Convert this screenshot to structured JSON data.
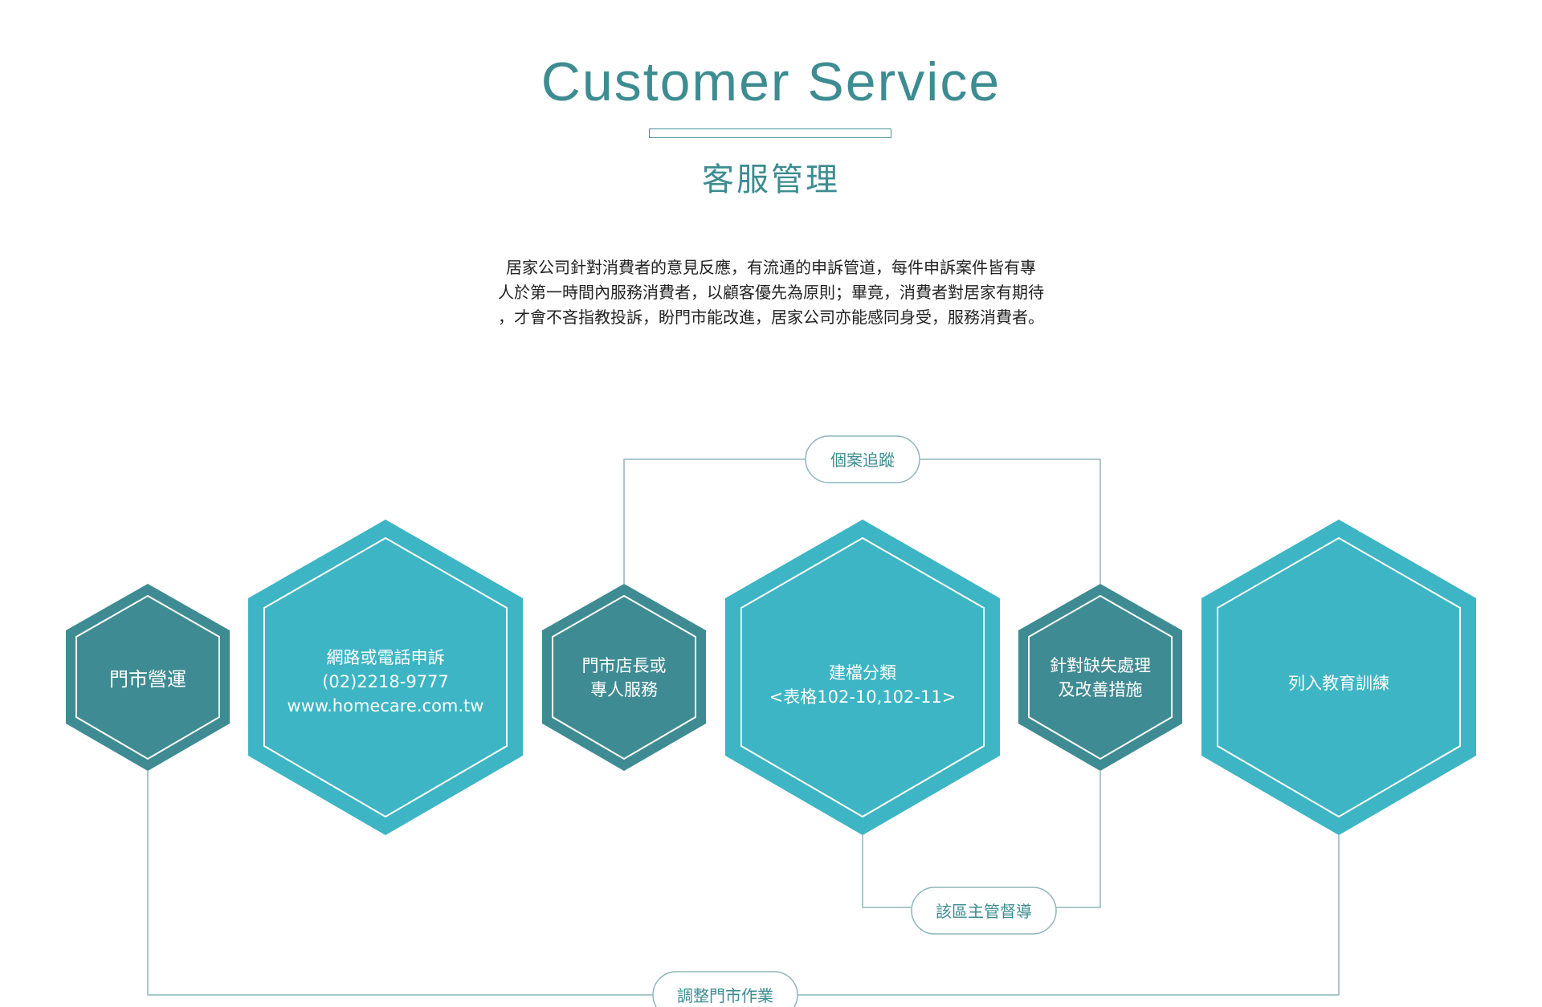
{
  "header": {
    "title": "Customer Service",
    "subtitle": "客服管理"
  },
  "intro": {
    "lines": [
      "居家公司針對消費者的意見反應，有流通的申訴管道，每件申訴案件皆有專",
      "人於第一時間內服務消費者，以顧客優先為原則；畢竟，消費者對居家有期待",
      "，才會不吝指教投訴，盼門市能改進，居家公司亦能感同身受，服務消費者。"
    ]
  },
  "flow": {
    "hexagons": [
      {
        "id": "store-operation",
        "lines": [
          "門市營運"
        ]
      },
      {
        "id": "complaint-channel",
        "lines": [
          "網路或電話申訴",
          "(02)2218-9777",
          "www.homecare.com.tw"
        ]
      },
      {
        "id": "store-manager-service",
        "lines": [
          "門市店長或",
          "專人服務"
        ]
      },
      {
        "id": "file-classification",
        "lines": [
          "建檔分類",
          "<表格102-10,102-11>"
        ]
      },
      {
        "id": "deficiency-handling",
        "lines": [
          "針對缺失處理",
          "及改善措施"
        ]
      },
      {
        "id": "education-training",
        "lines": [
          "列入教育訓練"
        ]
      }
    ],
    "connectors": [
      {
        "id": "case-tracking",
        "label": "個案追蹤"
      },
      {
        "id": "regional-supervision",
        "label": "該區主管督導"
      },
      {
        "id": "adjust-store-operation",
        "label": "調整門市作業"
      }
    ]
  },
  "colors": {
    "title": "#3d8c91",
    "hex_dark": "#3f8b93",
    "hex_light": "#3db5c4",
    "line": "#8fb6ba",
    "text": "#222222"
  }
}
